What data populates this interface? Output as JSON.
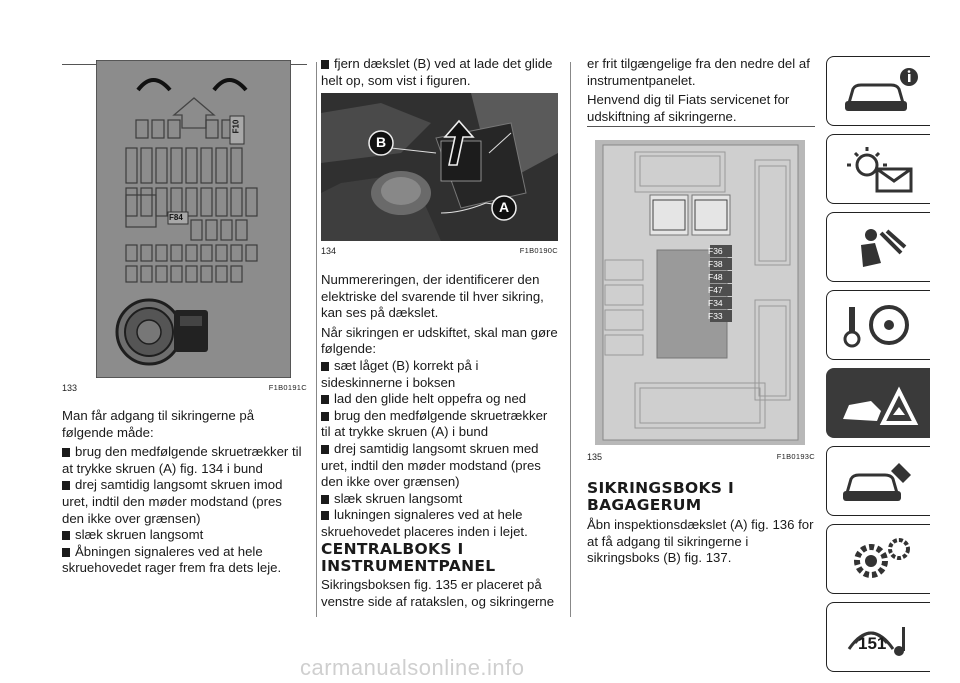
{
  "col1": {
    "fig_num": "133",
    "fig_code": "F1B0191C",
    "fuse_labels": [
      "F10",
      "F84"
    ],
    "intro": "Man får adgang til sikringerne på følgende måde:",
    "bullets": [
      "brug den medfølgende skruetrækker til at trykke skruen (A) fig. 134 i bund",
      "drej samtidig langsomt skruen imod uret, indtil den møder modstand (pres den ikke over grænsen)",
      "slæk skruen langsomt",
      "Åbningen signaleres ved at hele skruehovedet rager frem fra dets leje."
    ]
  },
  "col2": {
    "lead_bullet": "fjern dækslet (B) ved at lade det glide helt op, som vist i figuren.",
    "fig_num": "134",
    "fig_code": "F1B0190C",
    "label_a": "A",
    "label_b": "B",
    "para1": "Nummereringen, der identificerer den elektriske del svarende til hver sikring, kan ses på dækslet.",
    "para2": "Når sikringen er udskiftet, skal man gøre følgende:",
    "bullets": [
      "sæt låget (B) korrekt på i sideskinnerne i boksen",
      "lad den glide helt oppefra og ned",
      "brug den medfølgende skruetrækker til at trykke skruen (A) i bund",
      "drej samtidig langsomt skruen med uret, indtil den møder modstand (pres den ikke over grænsen)",
      "slæk skruen langsomt",
      "lukningen signaleres ved at hele skruehovedet placeres inden i lejet."
    ],
    "heading": "CENTRALBOKS I INSTRUMENTPANEL",
    "para3": "Sikringsboksen fig. 135 er placeret på venstre side af ratakslen, og sikringerne"
  },
  "col3": {
    "para1": "er frit tilgængelige fra den nedre del af instrumentpanelet.",
    "para2": "Henvend dig til Fiats servicenet for udskiftning af sikringerne.",
    "fig_num": "135",
    "fig_code": "F1B0193C",
    "fuse_labels": [
      "F36",
      "F38",
      "F48",
      "F47",
      "F34",
      "F33"
    ],
    "heading": "SIKRINGSBOKS I BAGAGERUM",
    "para3": "Åbn inspektionsdækslet (A) fig. 136 for at få adgang til sikringerne i sikringsboks (B) fig. 137."
  },
  "page_number": "151",
  "watermark": "carmanualsonline.info"
}
